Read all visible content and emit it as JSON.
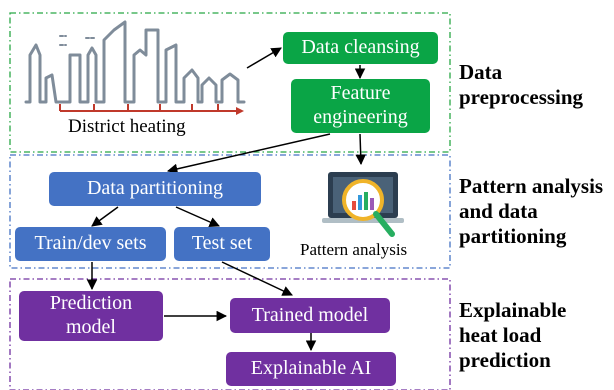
{
  "sections": {
    "preprocessing": {
      "line1": "Data",
      "line2": "preprocessing",
      "color": "#28a745"
    },
    "pattern": {
      "line1": "Pattern analysis",
      "line2": "and data",
      "line3": "partitioning",
      "color": "#4472c4"
    },
    "explainable": {
      "line1": "Explainable",
      "line2": "heat load",
      "line3": "prediction",
      "color": "#7030a0"
    }
  },
  "nodes": {
    "district_heating": "District heating",
    "data_cleansing": "Data cleansing",
    "feature_engineering_1": "Feature",
    "feature_engineering_2": "engineering",
    "data_partitioning": "Data partitioning",
    "train_dev_sets": "Train/dev sets",
    "test_set": "Test set",
    "pattern_analysis": "Pattern analysis",
    "prediction_model_1": "Prediction",
    "prediction_model_2": "model",
    "trained_model": "Trained model",
    "explainable_ai": "Explainable AI"
  },
  "colors": {
    "green": "#0aa546",
    "blue": "#4472c4",
    "purple": "#7030a0",
    "pipe_red": "#c0392b",
    "skyline": "#7f8c9a"
  }
}
